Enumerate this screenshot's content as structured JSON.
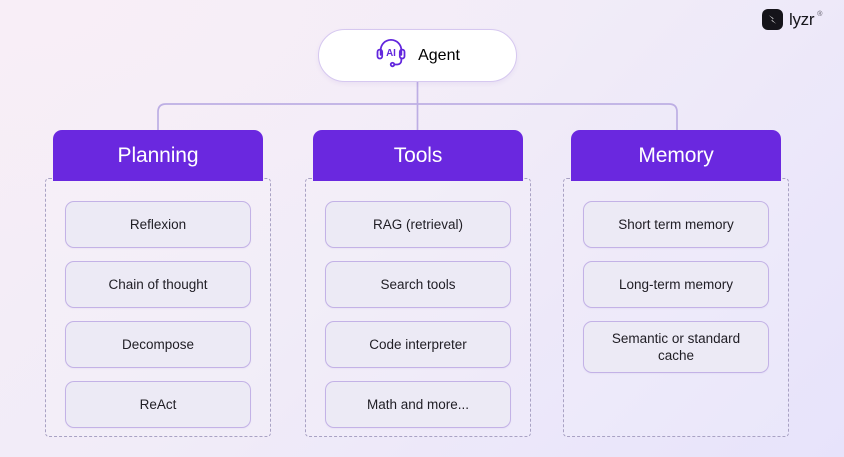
{
  "brand": {
    "mark_icon": "lyzr-x-mark-icon",
    "wordmark": "lyzr",
    "trademark": "®",
    "mark_bg": "#15141a"
  },
  "root": {
    "label": "Agent",
    "icon": "ai-headset-icon",
    "accent": "#6226dd"
  },
  "theme": {
    "header_purple": "#6a28df",
    "item_border": "#c3b2e6",
    "item_fill": "#eceaf5",
    "dashed_border": "#a9a2c4",
    "connector": "#bdaee4",
    "bg_from": "#f6eef6",
    "bg_to": "#e7e3fb"
  },
  "chart_data": {
    "type": "diagram",
    "layout": "org-chart",
    "title": "Agent",
    "columns": [
      {
        "header": "Planning",
        "items": [
          "Reflexion",
          "Chain of thought",
          "Decompose",
          "ReAct"
        ]
      },
      {
        "header": "Tools",
        "items": [
          "RAG (retrieval)",
          "Search tools",
          "Code interpreter",
          "Math and more..."
        ]
      },
      {
        "header": "Memory",
        "items": [
          "Short term memory",
          "Long-term memory",
          "Semantic or\nstandard cache"
        ]
      }
    ]
  },
  "columns": [
    {
      "header": "Planning",
      "items": [
        {
          "label": "Reflexion"
        },
        {
          "label": "Chain of thought"
        },
        {
          "label": "Decompose"
        },
        {
          "label": "ReAct"
        }
      ]
    },
    {
      "header": "Tools",
      "items": [
        {
          "label": "RAG (retrieval)"
        },
        {
          "label": "Search tools"
        },
        {
          "label": "Code interpreter"
        },
        {
          "label": "Math and more..."
        }
      ]
    },
    {
      "header": "Memory",
      "items": [
        {
          "label": "Short term memory"
        },
        {
          "label": "Long-term memory"
        },
        {
          "label": "Semantic or standard cache"
        }
      ]
    }
  ]
}
